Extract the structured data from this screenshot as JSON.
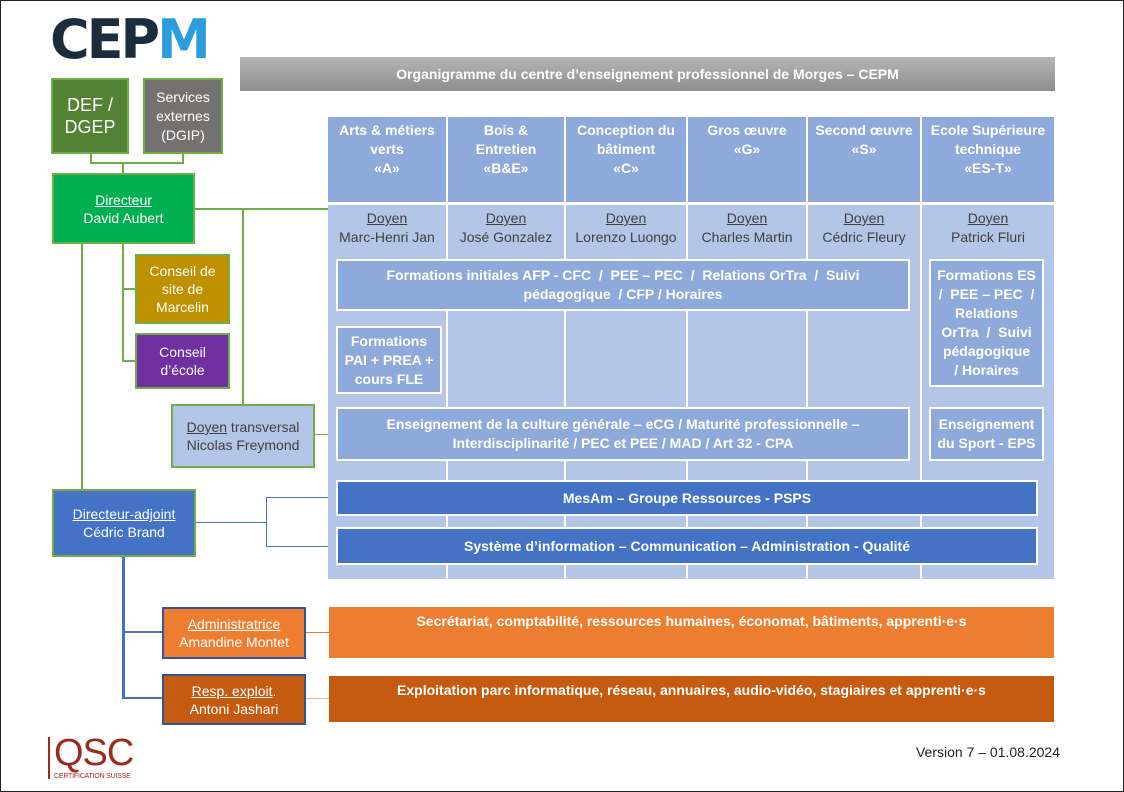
{
  "logo": {
    "dark_text": "CEP",
    "accent_text": "M"
  },
  "title": "Organigramme du centre d’enseignement professionnel de Morges – CEPM",
  "left": {
    "def": "DEF / DGEP",
    "services": "Services externes (DGIP)",
    "director": {
      "role": "Directeur",
      "name": "David Aubert"
    },
    "conseil_site": "Conseil de site de Marcelin",
    "conseil_ecole": "Conseil d’école",
    "doyen_transversal": {
      "role": "Doyen",
      "role_suffix": " transversal",
      "name": "Nicolas Freymond"
    },
    "deputy": {
      "role": "Directeur-adjoint",
      "name": "Cédric Brand"
    },
    "admin": {
      "role": "Administratrice",
      "name": "Amandine Montet"
    },
    "exploit": {
      "role": "Resp. exploit",
      "role_suffix": ".",
      "name": "Antoni Jashari"
    }
  },
  "columns": [
    {
      "title": [
        "Arts & métiers",
        "verts",
        "«A»"
      ],
      "doyen_label": "Doyen",
      "doyen": "Marc-Henri Jan"
    },
    {
      "title": [
        "Bois &",
        "Entretien",
        "«B&E»"
      ],
      "doyen_label": "Doyen",
      "doyen": "José Gonzalez"
    },
    {
      "title": [
        "Conception du",
        "bâtiment",
        "«C»"
      ],
      "doyen_label": "Doyen",
      "doyen": "Lorenzo Luongo"
    },
    {
      "title": [
        "Gros œuvre",
        "«G»",
        ""
      ],
      "doyen_label": "Doyen",
      "doyen": "Charles Martin"
    },
    {
      "title": [
        "Second œuvre",
        "«S»",
        ""
      ],
      "doyen_label": "Doyen",
      "doyen": "Cédric Fleury"
    },
    {
      "title": [
        "Ecole Supérieure",
        "technique",
        "«ES-T»"
      ],
      "doyen_label": "Doyen",
      "doyen": "Patrick Fluri"
    }
  ],
  "blocks": {
    "formations_initiales": [
      "Formations initiales AFP - CFC  /  PEE – PEC  /  Relations OrTra  /  Suivi",
      "pédagogique  / CFP / Horaires"
    ],
    "formations_pai": [
      "Formations",
      "PAI + PREA +",
      "cours FLE"
    ],
    "formations_es": [
      "Formations ES",
      "/  PEE – PEC  /",
      "Relations",
      "OrTra  /  Suivi",
      "pédagogique",
      "/ Horaires"
    ],
    "culture_generale": [
      "Enseignement de la culture générale – eCG / Maturité professionnelle –",
      "Interdisciplinarité / PEC et PEE / MAD / Art 32 - CPA"
    ],
    "sport": [
      "Enseignement",
      "du Sport - EPS"
    ],
    "mesam": "MesAm – Groupe Ressources - PSPS",
    "systeme": "Système d’information – Communication – Administration - Qualité",
    "secretariat": "Secrétariat, comptabilité, ressources humaines, économat, bâtiments, apprenti·e·s",
    "exploitation": "Exploitation parc informatique, réseau, annuaires, audio-vidéo, stagiaires et apprenti·e·s"
  },
  "footer": {
    "qsc": "QSC",
    "qsc_sub": "CERTIFICATION SUISSE",
    "version": "Version 7 – 01.08.2024"
  },
  "colors": {
    "def": "#548235",
    "services": "#767171",
    "director": "#00b050",
    "conseil_site": "#bf9000",
    "conseil_ecole": "#7030a0",
    "doyen_transversal": "#b4c6e7",
    "deputy": "#4472c4",
    "admin": "#ed7d31",
    "exploit": "#c55a11",
    "column_header": "#8eaadb",
    "column_body": "#b4c6e7",
    "line_green": "#70ad47",
    "line_blue": "#4472c4"
  }
}
